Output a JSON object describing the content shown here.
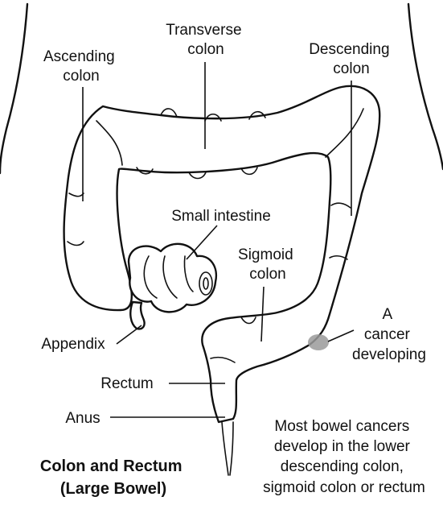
{
  "labels": {
    "transverse_colon": [
      "Transverse",
      "colon"
    ],
    "ascending_colon": [
      "Ascending",
      "colon"
    ],
    "descending_colon": [
      "Descending",
      "colon"
    ],
    "small_intestine": [
      "Small intestine"
    ],
    "sigmoid_colon": [
      "Sigmoid",
      "colon"
    ],
    "cancer": [
      "A",
      "cancer",
      "developing"
    ],
    "appendix": [
      "Appendix"
    ],
    "rectum": [
      "Rectum"
    ],
    "anus": [
      "Anus"
    ]
  },
  "title": [
    "Colon and Rectum",
    "(Large Bowel)"
  ],
  "note": [
    "Most bowel cancers",
    "develop in the lower",
    "descending colon,",
    "sigmoid colon or rectum"
  ],
  "colors": {
    "outline": "#111111",
    "background": "#ffffff",
    "tumour": "#9a9a9a"
  }
}
